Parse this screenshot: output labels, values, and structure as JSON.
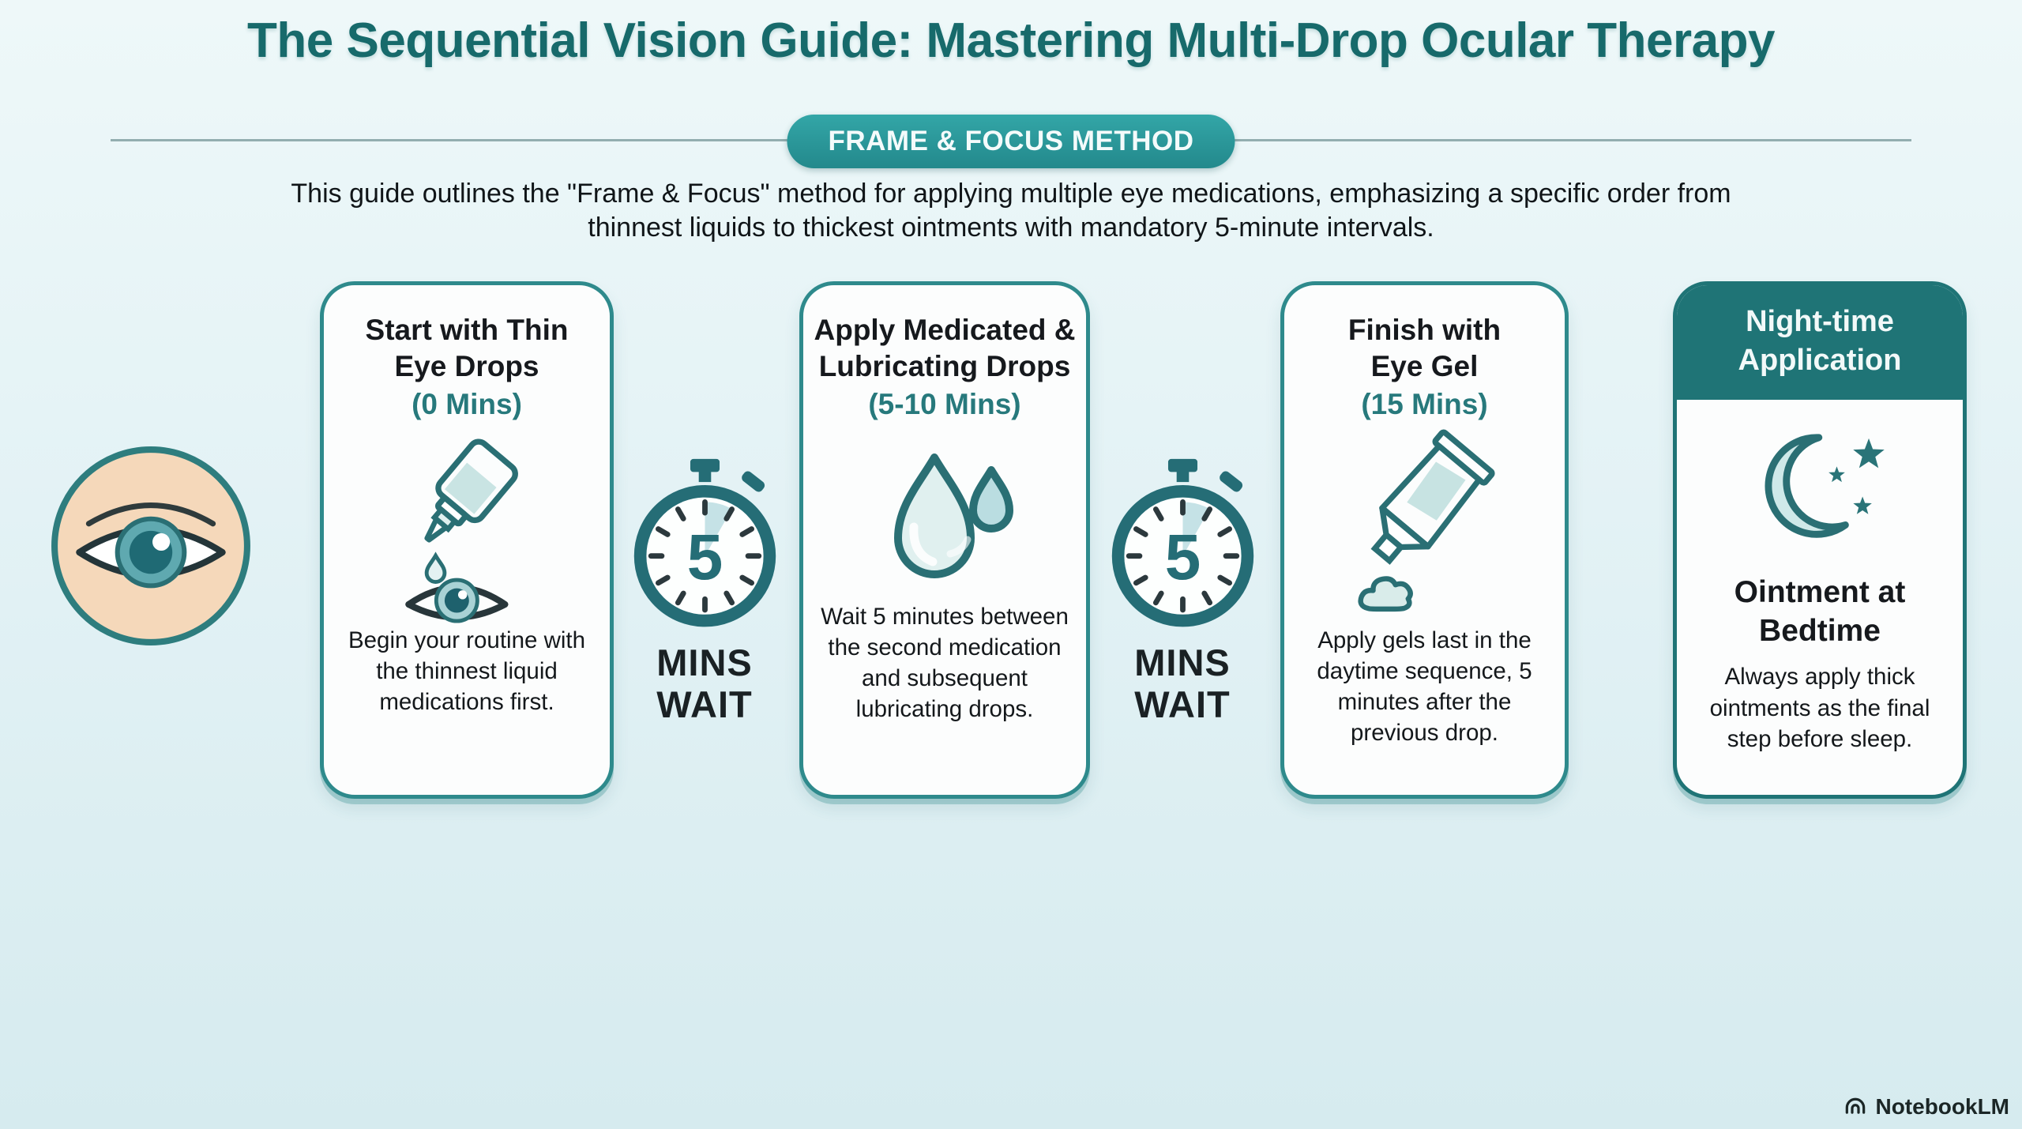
{
  "header": {
    "title": "The Sequential Vision Guide: Mastering Multi-Drop Ocular Therapy",
    "badge": "FRAME & FOCUS METHOD",
    "intro_line1": "This guide outlines the \"Frame & Focus\" method for applying multiple eye medications, emphasizing a specific order from",
    "intro_line2": "thinnest liquids to thickest ointments with mandatory 5-minute intervals."
  },
  "eye_badge": {
    "icon": "eye-icon"
  },
  "cards": [
    {
      "title_line1": "Start with Thin",
      "title_line2": "Eye Drops",
      "time": "(0 Mins)",
      "icon": "eye-dropper-icon",
      "description": "Begin your routine with the thinnest liquid medications first."
    },
    {
      "title_line1": "Apply Medicated &",
      "title_line2": "Lubricating Drops",
      "time": "(5-10 Mins)",
      "icon": "water-drops-icon",
      "description": "Wait 5 minutes between the second medication and subsequent lubricating drops."
    },
    {
      "title_line1": "Finish with",
      "title_line2": "Eye Gel",
      "time": "(15 Mins)",
      "icon": "gel-tube-icon",
      "description": "Apply gels last in the daytime sequence, 5 minutes after the previous drop."
    },
    {
      "header_line1": "Night-time",
      "header_line2": "Application",
      "subtitle_line1": "Ointment at",
      "subtitle_line2": "Bedtime",
      "icon": "moon-stars-icon",
      "description": "Always apply thick ointments as the final step before sleep."
    }
  ],
  "timers": [
    {
      "value": "5",
      "label_line1": "MINS",
      "label_line2": "WAIT",
      "icon": "stopwatch-icon"
    },
    {
      "value": "5",
      "label_line1": "MINS",
      "label_line2": "WAIT",
      "icon": "stopwatch-icon"
    }
  ],
  "watermark": {
    "label": "NotebookLM",
    "icon": "notebooklm-logo-icon"
  },
  "colors": {
    "background_top": "#eef8f9",
    "background_bottom": "#d6ebef",
    "title_teal": "#176a6b",
    "badge_teal": "#2b9b9e",
    "card_border_teal": "#2e8a8c",
    "night_header_teal": "#1f7476",
    "time_teal": "#27797c",
    "icon_stroke_teal": "#2a6f74",
    "icon_fill_light": "#ddeeee",
    "icon_fill_mid": "#bfe0e4",
    "text_dark": "#14181b",
    "skin_tone": "#f5d8ba"
  }
}
